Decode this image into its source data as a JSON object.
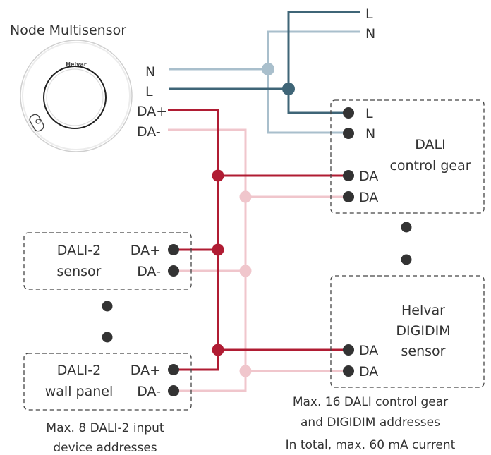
{
  "colors": {
    "live": "#3f6577",
    "neutral": "#a9bfcc",
    "da_plus": "#b01c33",
    "da_minus": "#f0c6cc",
    "text": "#333333"
  },
  "multisensor": {
    "title": "Node Multisensor",
    "brand": "Helvar",
    "pins": {
      "n": "N",
      "l": "L",
      "da_plus": "DA+",
      "da_minus": "DA-"
    }
  },
  "mains": {
    "l": "L",
    "n": "N"
  },
  "control_gear": {
    "name_line1": "DALI",
    "name_line2": "control gear",
    "pins": {
      "l": "L",
      "n": "N",
      "da1": "DA",
      "da2": "DA"
    }
  },
  "digidim_sensor": {
    "name_line1": "Helvar",
    "name_line2": "DIGIDIM",
    "name_line3": "sensor",
    "pins": {
      "da1": "DA",
      "da2": "DA"
    }
  },
  "dali2_sensor": {
    "name_line1": "DALI-2",
    "name_line2": "sensor",
    "pins": {
      "da_plus": "DA+",
      "da_minus": "DA-"
    }
  },
  "dali2_wall_panel": {
    "name_line1": "DALI-2",
    "name_line2": "wall panel",
    "pins": {
      "da_plus": "DA+",
      "da_minus": "DA-"
    }
  },
  "notes": {
    "input_limit_line1": "Max. 8 DALI-2 input",
    "input_limit_line2": "device addresses",
    "gear_limit_line1": "Max. 16 DALI control gear",
    "gear_limit_line2": "and DIGIDIM addresses",
    "current_limit": "In total, max. 60 mA current"
  }
}
